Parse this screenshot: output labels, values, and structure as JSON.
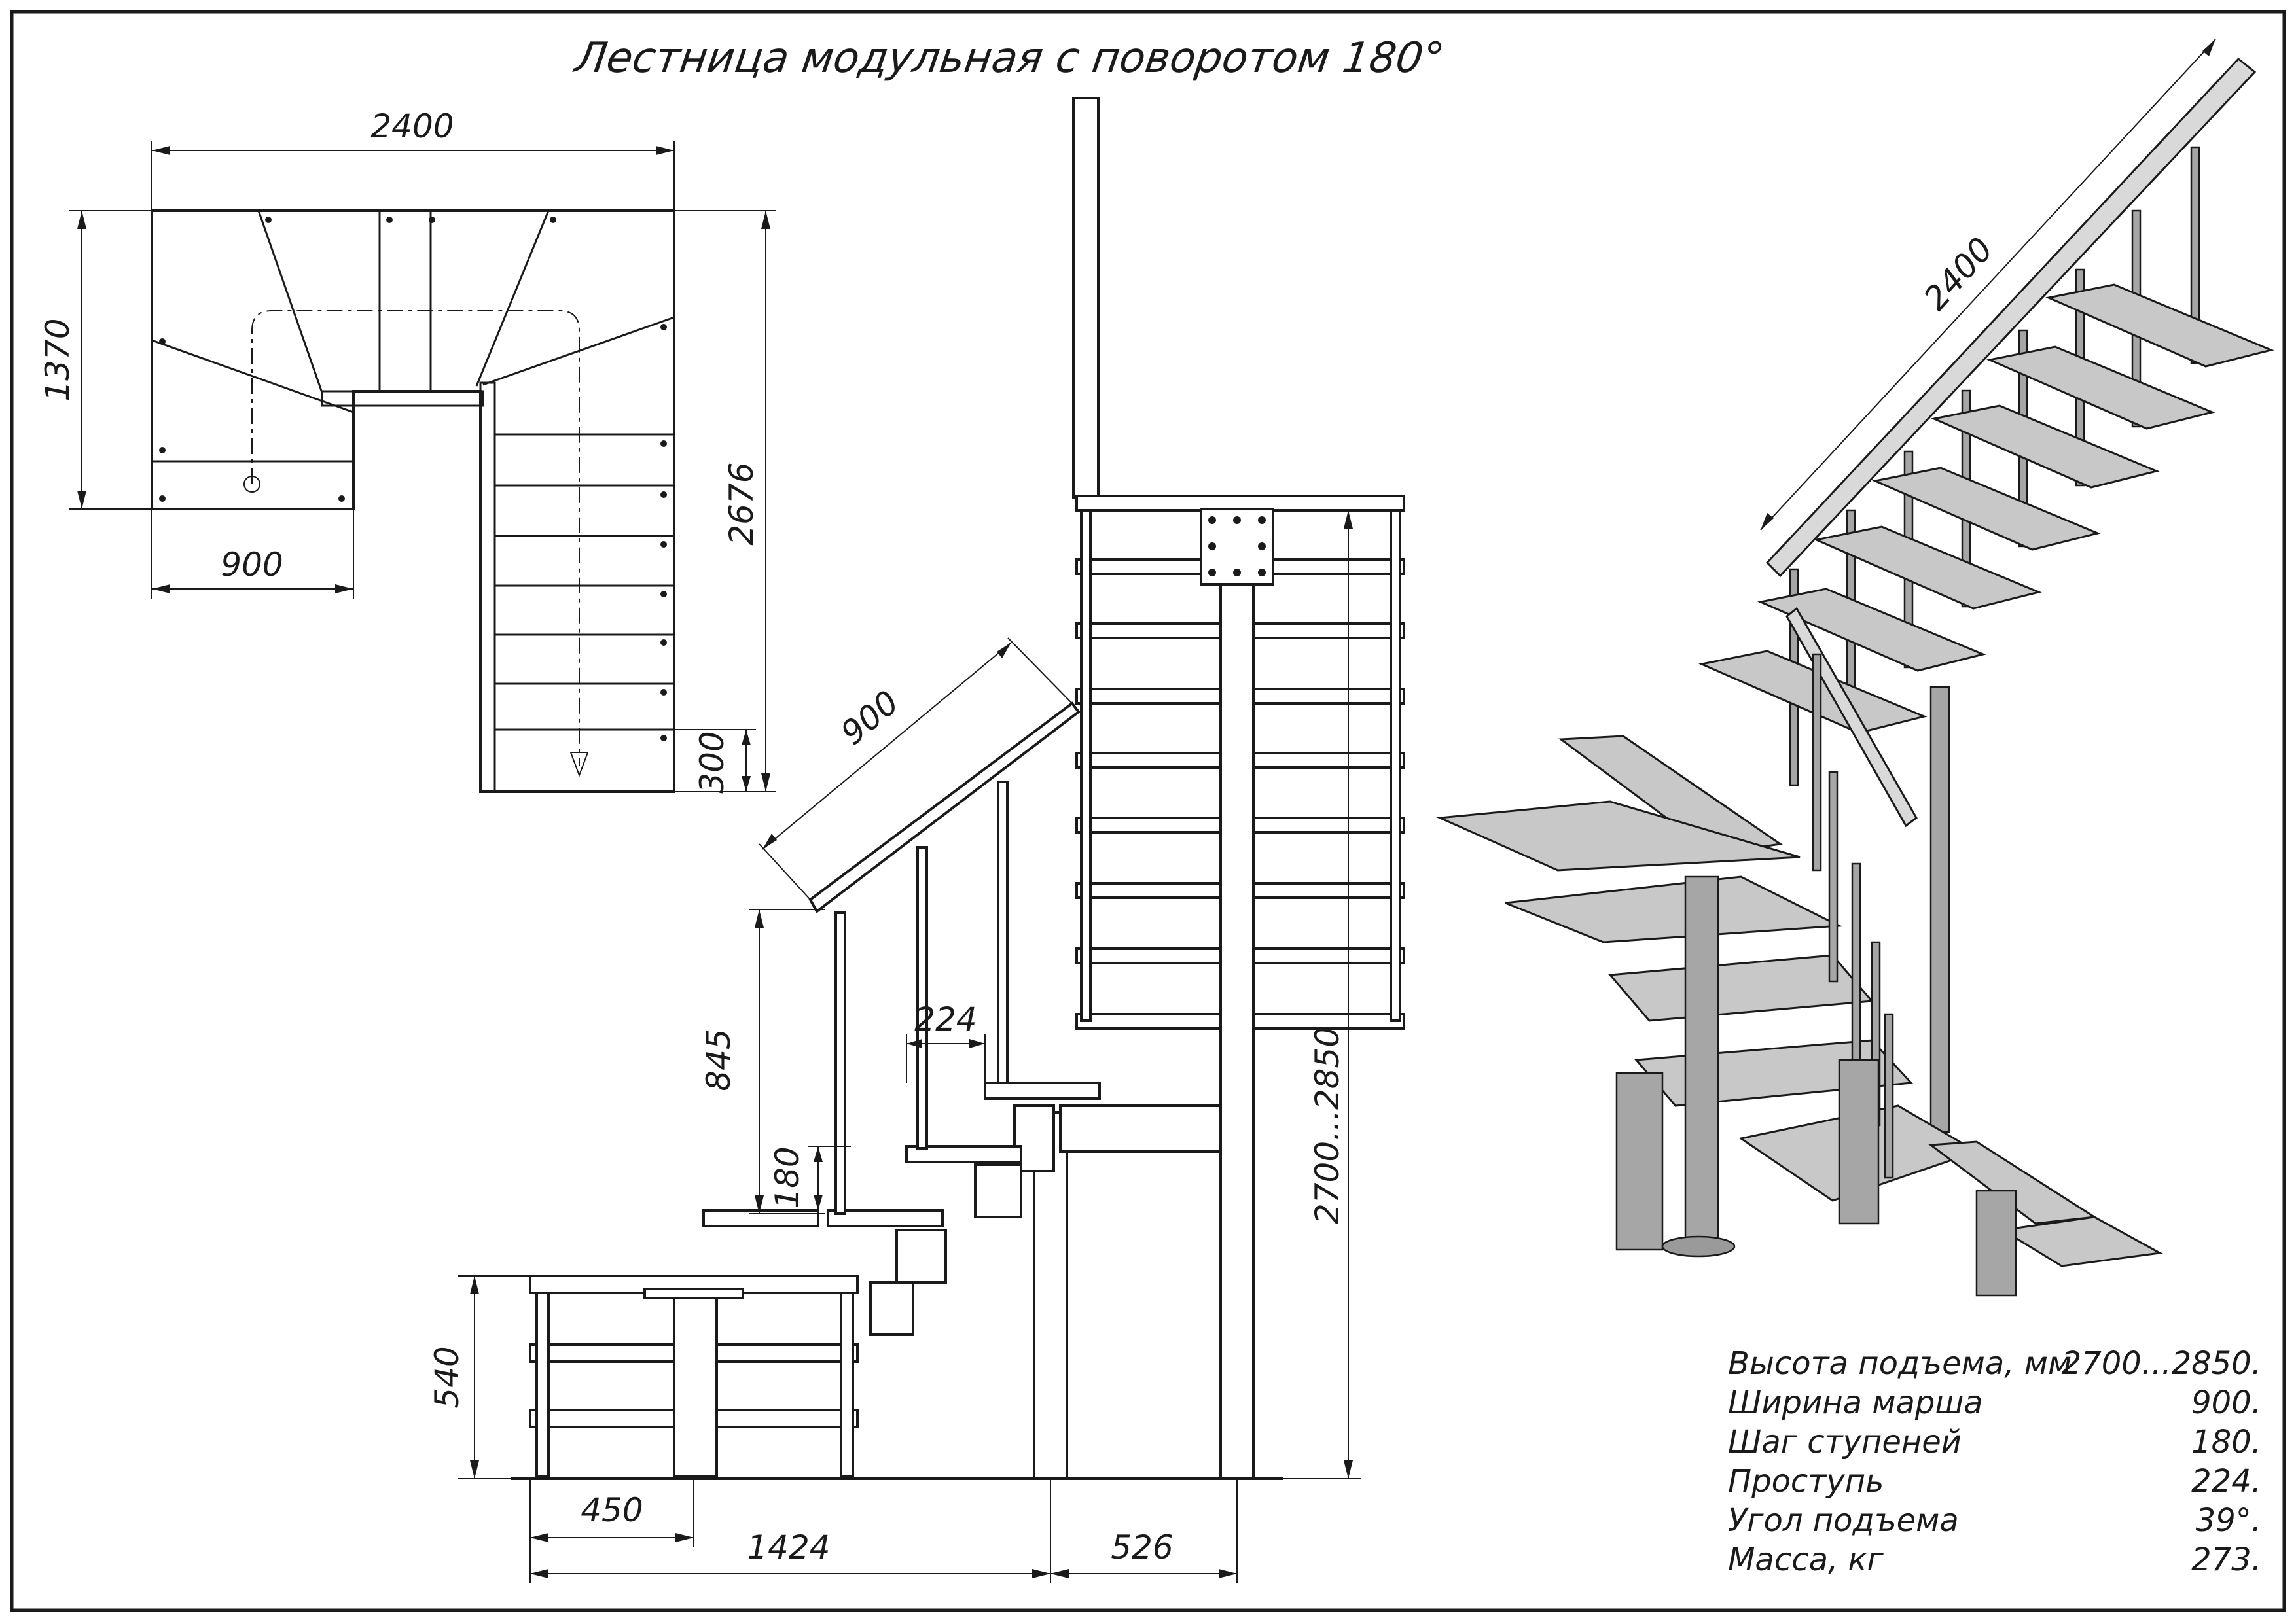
{
  "title": "Лестница модульная с поворотом 180°",
  "plan_view": {
    "dims": {
      "width": "2400",
      "depth": "1370",
      "height_total": "2676",
      "landing": "900",
      "last_step": "300"
    }
  },
  "side_view": {
    "dims": {
      "rail_length": "900",
      "rail_height": "845",
      "tread_depth": "224",
      "step_rise": "180",
      "total_height": "2700...2850",
      "low_height": "540",
      "offset": "450",
      "span_left": "1424",
      "span_right": "526"
    }
  },
  "iso_view": {
    "rail_length": "2400"
  },
  "specs": [
    {
      "label": "Высота подъема, мм",
      "value": "2700...2850."
    },
    {
      "label": "Ширина марша",
      "value": "900."
    },
    {
      "label": "Шаг ступеней",
      "value": "180."
    },
    {
      "label": "Проступь",
      "value": "224."
    },
    {
      "label": "Угол подъема",
      "value": "39°."
    },
    {
      "label": "Масса, кг",
      "value": "273."
    }
  ]
}
